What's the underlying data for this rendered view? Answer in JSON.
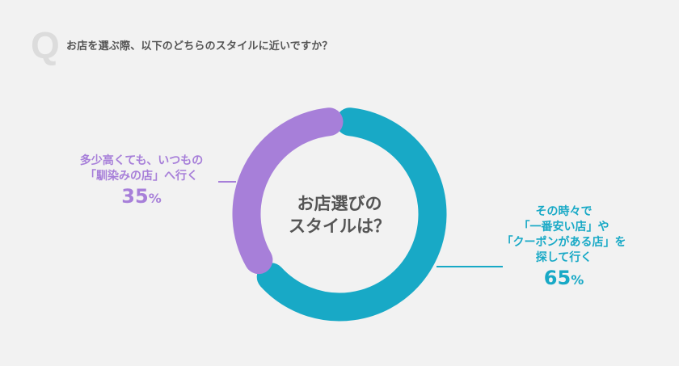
{
  "question": {
    "icon": "Q",
    "text": "お店を選ぶ際、以下のどちらのスタイルに近いですか？"
  },
  "center_label": {
    "line1": "お店選びの",
    "line2": "スタイルは？"
  },
  "left_label": {
    "lines": [
      "多少高くても、いつもの",
      "「馴染みの店」へ行く"
    ],
    "value": "35",
    "unit": "%"
  },
  "right_label": {
    "lines": [
      "その時々で",
      "「一番安い店」や",
      "「クーポンがある店」を",
      "探して行く"
    ],
    "value": "65",
    "unit": "%"
  },
  "colors": {
    "background": "#f2f2f2",
    "teal": "#18a9c6",
    "purple": "#a77fd9",
    "text": "#555555",
    "q_icon": "#dcdcdc"
  },
  "chart_data": {
    "type": "pie",
    "variant": "donut",
    "title": "お店を選ぶ際、以下のどちらのスタイルに近いですか？",
    "center_text": "お店選びのスタイルは？",
    "categories": [
      "その時々で「一番安い店」や「クーポンがある店」を探して行く",
      "多少高くても、いつもの「馴染みの店」へ行く"
    ],
    "values": [
      65,
      35
    ],
    "unit": "%",
    "colors": [
      "#18a9c6",
      "#a77fd9"
    ],
    "legend": "none (direct labels)"
  }
}
